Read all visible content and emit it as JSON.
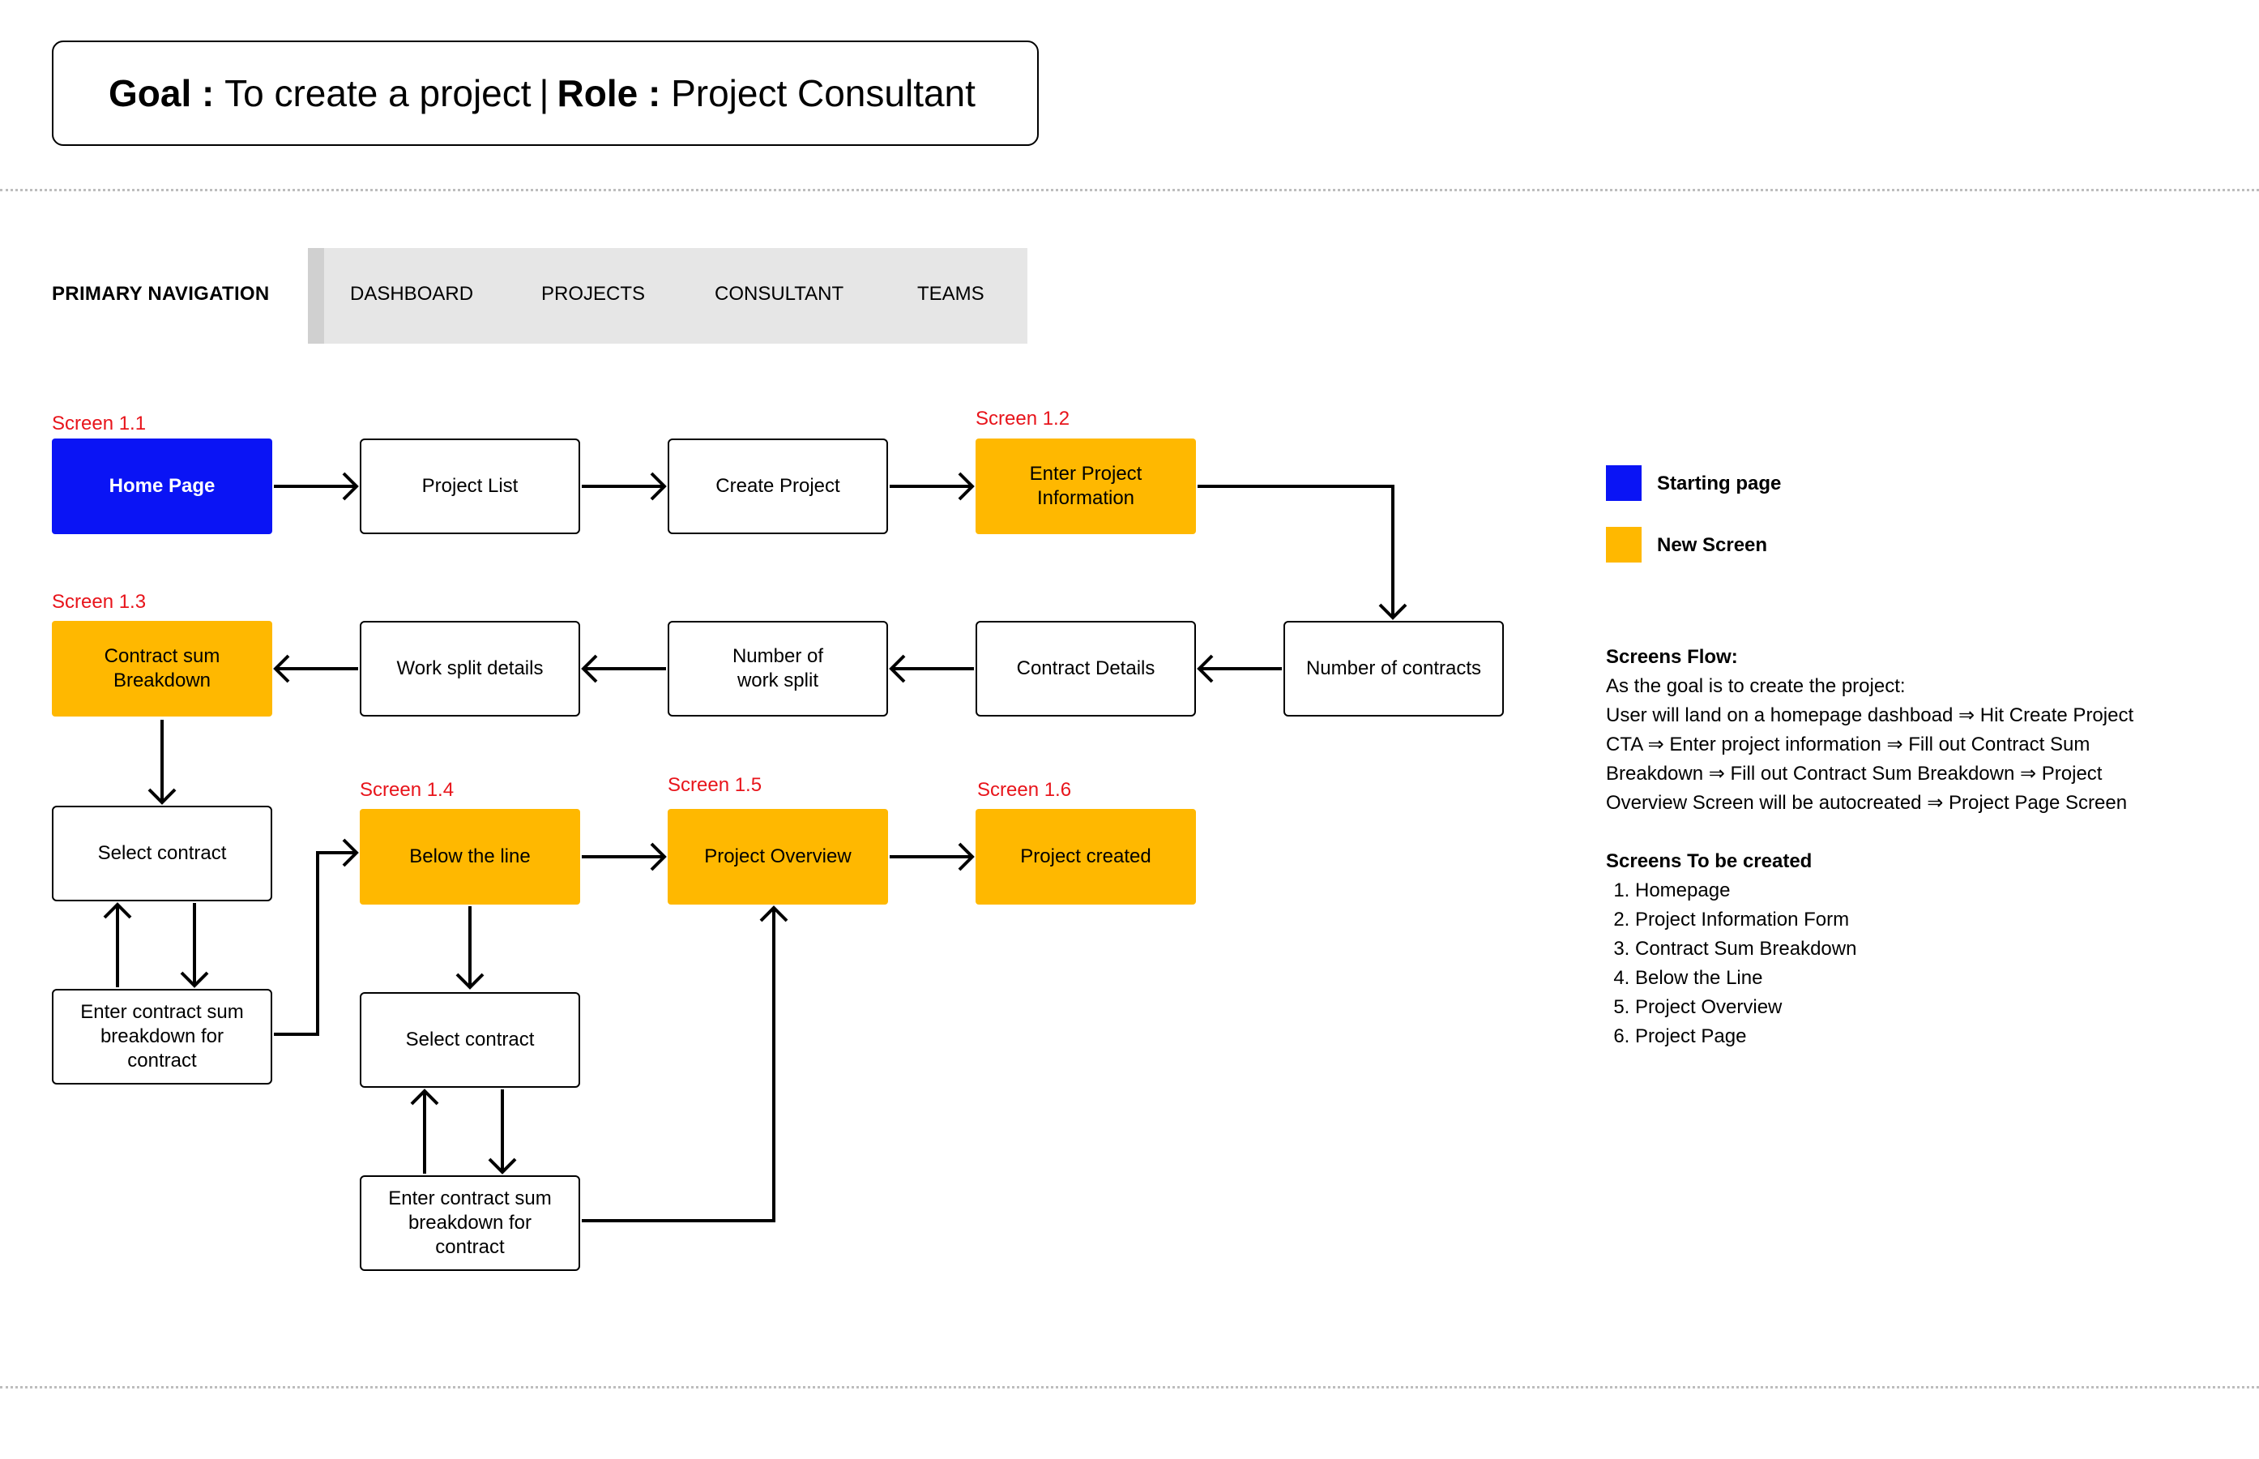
{
  "header": {
    "goal_label": "Goal :",
    "goal_text": "To create a project",
    "separator": "|",
    "role_label": "Role :",
    "role_text": "Project Consultant"
  },
  "navigation": {
    "label": "PRIMARY NAVIGATION",
    "items": [
      "DASHBOARD",
      "PROJECTS",
      "CONSULTANT",
      "TEAMS"
    ]
  },
  "colors": {
    "starting": "#0A14F5",
    "new_screen": "#FFB800",
    "screen_label": "#E8141B"
  },
  "screen_labels": [
    "Screen 1.1",
    "Screen 1.2",
    "Screen 1.3",
    "Screen 1.4",
    "Screen 1.5",
    "Screen 1.6"
  ],
  "nodes": {
    "home_page": "Home Page",
    "project_list": "Project List",
    "create_project": "Create Project",
    "enter_project_info": "Enter Project\nInformation",
    "number_of_contracts": "Number of contracts",
    "contract_details": "Contract Details",
    "number_of_work_split": "Number of\nwork split",
    "work_split_details": "Work split details",
    "contract_sum_breakdown": "Contract sum\nBreakdown",
    "select_contract_1": "Select contract",
    "enter_breakdown_1": "Enter contract sum\nbreakdown for\ncontract",
    "below_the_line": "Below the line",
    "select_contract_2": "Select contract",
    "enter_breakdown_2": "Enter contract sum\nbreakdown for\ncontract",
    "project_overview": "Project Overview",
    "project_created": "Project created"
  },
  "legend": {
    "starting": "Starting page",
    "new_screen": "New Screen"
  },
  "flow": {
    "title": "Screens Flow:",
    "lines": [
      "As the goal is to create the project:",
      "User will land on a homepage dashboad ⇒ Hit Create Project",
      "CTA ⇒ Enter project information ⇒ Fill out Contract Sum",
      "Breakdown ⇒ Fill out Contract Sum Breakdown ⇒ Project",
      "Overview Screen will be autocreated ⇒ Project Page Screen"
    ]
  },
  "screens_list": {
    "title": "Screens To be created",
    "items": [
      "Homepage",
      "Project Information Form",
      "Contract Sum Breakdown",
      "Below the Line",
      "Project Overview",
      "Project Page"
    ]
  }
}
